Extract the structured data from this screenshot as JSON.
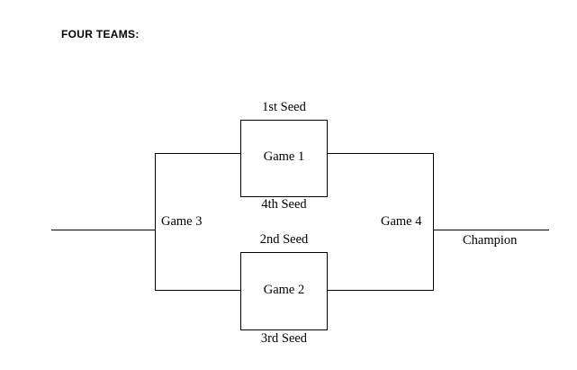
{
  "diagram": {
    "title": "FOUR TEAMS:",
    "boxes": [
      {
        "name": "game-1",
        "label": "Game 1",
        "seed_top": "1st Seed",
        "seed_bottom": "4th Seed"
      },
      {
        "name": "game-2",
        "label": "Game 2",
        "seed_top": "2nd Seed",
        "seed_bottom": "3rd Seed"
      }
    ],
    "side_labels": {
      "left_game": "Game 3",
      "right_game": "Game 4",
      "champion": "Champion"
    },
    "colors": {
      "background": "#ffffff",
      "line": "#000000",
      "text": "#000000"
    }
  }
}
